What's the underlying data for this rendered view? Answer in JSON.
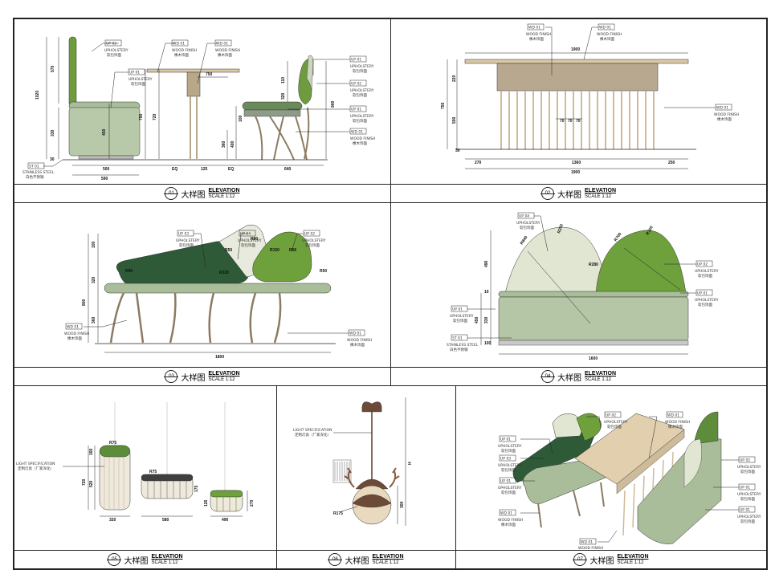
{
  "panels": {
    "p01": {
      "num": "01",
      "zh": "大样图",
      "en": "ELEVATION",
      "scale": "SCALE 1:12"
    },
    "p02": {
      "num": "02",
      "zh": "大样图",
      "en": "ELEVATION",
      "scale": "SCALE 1:12"
    },
    "p03": {
      "num": "03",
      "zh": "大样图",
      "en": "ELEVATION",
      "scale": "SCALE 1:12"
    },
    "p04": {
      "num": "04",
      "zh": "大样图",
      "en": "ELEVATION",
      "scale": "SCALE 1:12"
    },
    "p05": {
      "num": "05",
      "zh": "大样图",
      "en": "ELEVATION",
      "scale": "SCALE 1:12"
    },
    "p06": {
      "num": "06",
      "zh": "大样图",
      "en": "ELEVATION",
      "scale": "SCALE 1:12"
    },
    "p07": {
      "num": "07",
      "zh": "大样图",
      "en": "ELEVATION",
      "scale": "SCALE 1:12"
    }
  },
  "tags": {
    "uph": "UPHOLSTERY",
    "uph_zh": "软包饰面",
    "wood": "WOOD FINISH",
    "wood_zh": "橡木饰面",
    "steel": "STAINLESS STEEL",
    "steel_zh": "白色不锈钢",
    "light": "LIGHT SPECIFICATION",
    "light_zh": "定制灯具（厂家深化）"
  },
  "dims": {
    "p01": {
      "h1": "1020",
      "h2": "570",
      "h3": "330",
      "h4": "450",
      "h5": "750",
      "h6": "720",
      "w1": "500",
      "w2": "590",
      "w3": "EQ",
      "w4": "125",
      "w5": "EQ",
      "w6": "640",
      "t1": "750",
      "c1": "110",
      "c2": "320",
      "c3": "900",
      "c4": "100",
      "c5": "400",
      "c6": "360",
      "b1": "30"
    },
    "p02": {
      "top": "1900",
      "h1": "220",
      "h2": "750",
      "h3": "500",
      "h4": "30",
      "g": "70",
      "w1": "270",
      "w2": "1360",
      "w3": "250",
      "w4": "1900"
    },
    "p03": {
      "h1": "100",
      "h2": "320",
      "h3": "800",
      "h4": "360",
      "w": "1800",
      "r1": "R90",
      "r2": "R50",
      "r3": "R80",
      "r4": "R150",
      "r5": "R56",
      "r6": "R320",
      "r7": "R50"
    },
    "p04": {
      "h1": "490",
      "h2": "450",
      "h3": "330",
      "h4": "10",
      "h5": "100",
      "w": "1600",
      "r1": "R840",
      "r2": "R250",
      "r3": "R700",
      "r4": "R150",
      "r5": "R1020",
      "r6": "R280"
    },
    "p05": {
      "h1": "160",
      "h2": "720",
      "h3": "520",
      "w1": "320",
      "w2": "580",
      "w3": "490",
      "r1": "R75",
      "r2": "R75",
      "h4": "175",
      "h5": "125",
      "h6": "270"
    },
    "p06": {
      "d1": "R175",
      "h1": "300",
      "h2": "H"
    }
  }
}
